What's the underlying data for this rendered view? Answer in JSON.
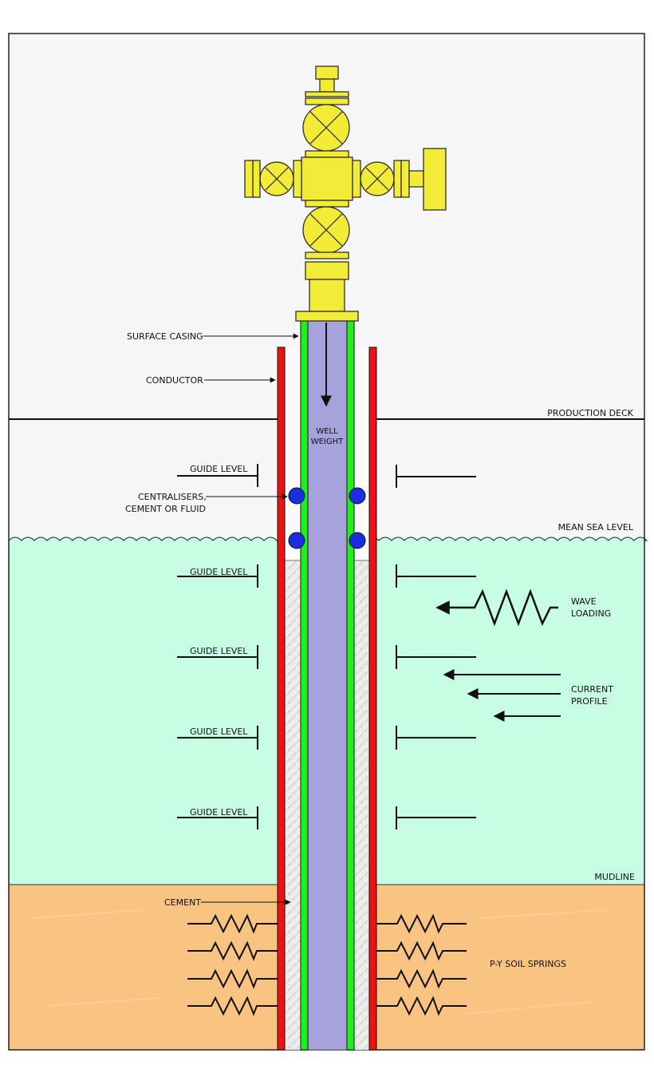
{
  "labels": {
    "surface_casing": "SURFACE CASING",
    "conductor": "CONDUCTOR",
    "production_deck": "PRODUCTION DECK",
    "well_weight_1": "WELL",
    "well_weight_2": "WEIGHT",
    "guide_level": "GUIDE LEVEL",
    "centralisers_1": "CENTRALISERS,",
    "centralisers_2": "CEMENT OR FLUID",
    "mean_sea_level": "MEAN SEA LEVEL",
    "wave_loading_1": "WAVE",
    "wave_loading_2": "LOADING",
    "current_profile_1": "CURRENT",
    "current_profile_2": "PROFILE",
    "mudline": "MUDLINE",
    "cement": "CEMENT",
    "py_soil_springs": "P-Y SOIL SPRINGS"
  },
  "colors": {
    "air": "#f6f6f6",
    "sea": "#c6fde3",
    "soil": "#f9c382",
    "conductor": "#ee1111",
    "casing": "#22ee22",
    "well": "#a7a2dc",
    "wellhead": "#f2ec38",
    "centraliser": "#1a2ee0",
    "cement": "#ececec"
  }
}
